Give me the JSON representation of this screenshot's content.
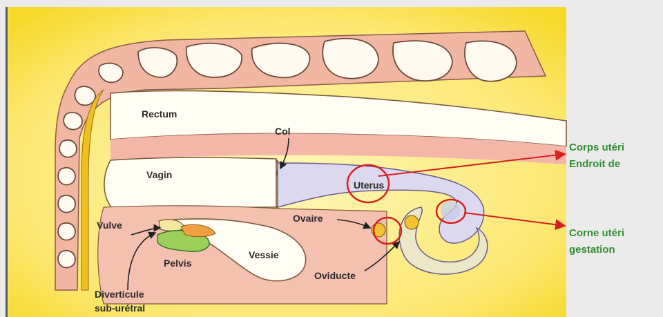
{
  "diagram": {
    "labels": {
      "rectum": "Rectum",
      "col": "Col",
      "vagin": "Vagin",
      "uterus": "Uterus",
      "ovaire": "Ovaire",
      "vulve": "Vulve",
      "pelvis": "Pelvis",
      "vessie": "Vessie",
      "oviducte": "Oviducte",
      "diverticule_line1": "Diverticule",
      "diverticule_line2": "sub-urétral"
    }
  },
  "annotations": {
    "corps_line1": "Corps utéri",
    "corps_line2": "Endroit de",
    "corne_line1": "Corne utéri",
    "corne_line2": "gestation"
  },
  "colors": {
    "background_yellow": "#fbe14a",
    "annotation_text": "#2f8f2f",
    "marker_red": "#d91f1f",
    "page_bg": "#ebebeb"
  }
}
